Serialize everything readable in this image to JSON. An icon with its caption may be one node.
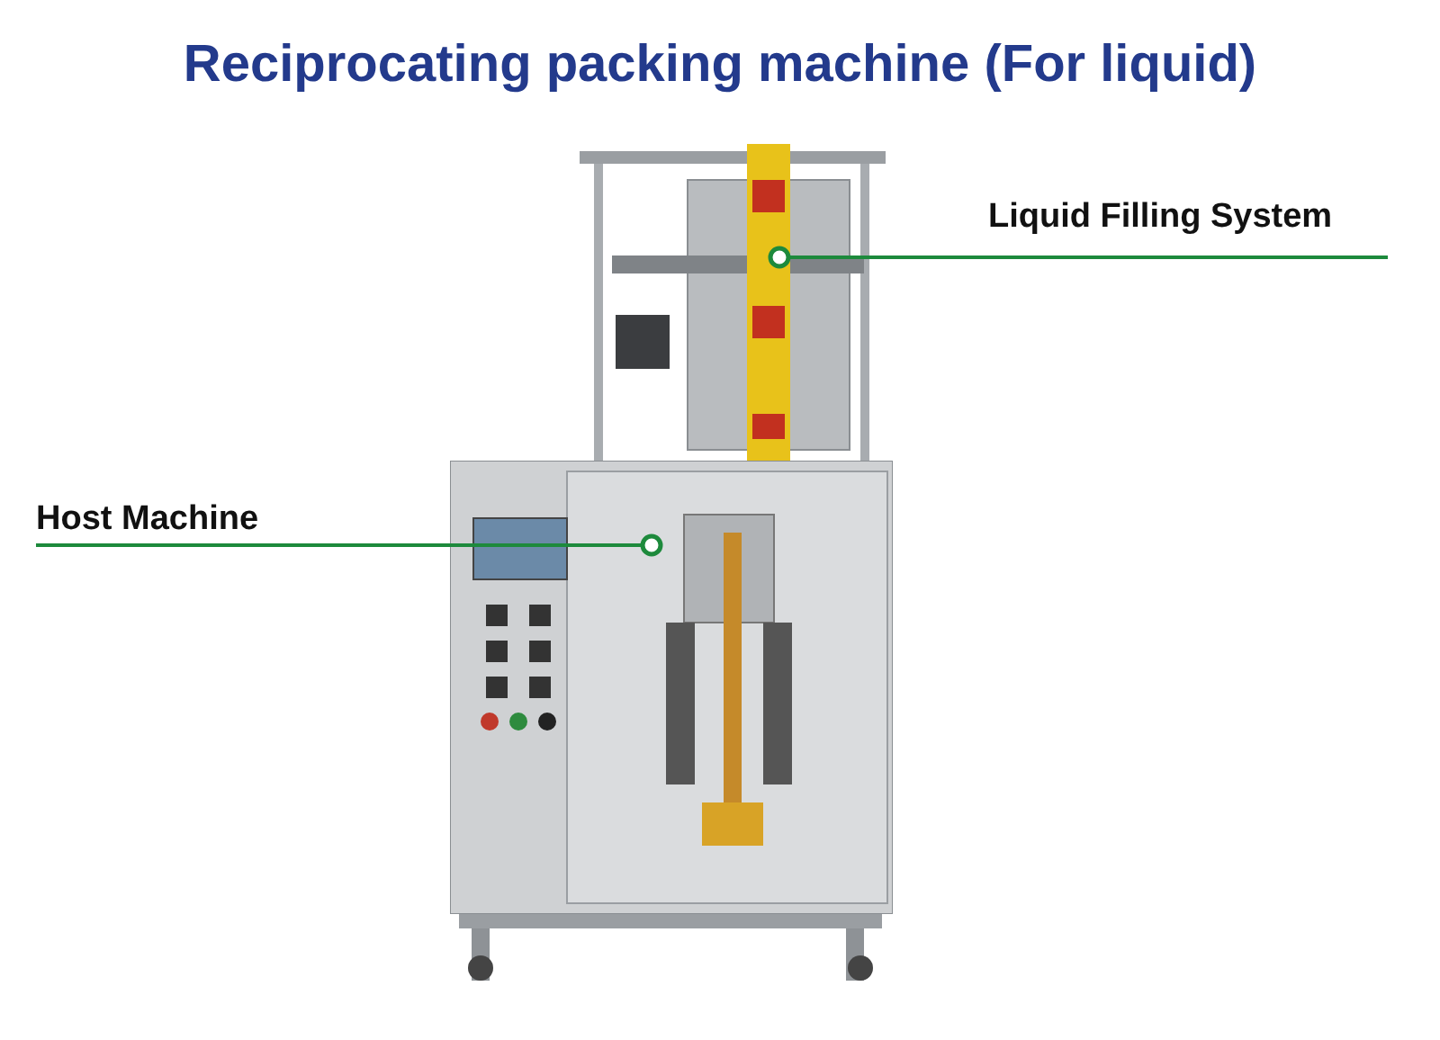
{
  "diagram": {
    "title": "Reciprocating packing machine (For liquid)",
    "nodes": [
      {
        "text": [
          "Liquid Filling System"
        ]
      },
      {
        "text": [],
        "shape": "picture"
      },
      {
        "text": [
          "Host Machine"
        ]
      },
      {
        "text": [],
        "shape": "picture"
      }
    ],
    "edges": [
      {
        "from": 0,
        "to": 1,
        "arrow": "other"
      },
      {
        "from": 2,
        "to": 3,
        "arrow": "other"
      }
    ]
  }
}
